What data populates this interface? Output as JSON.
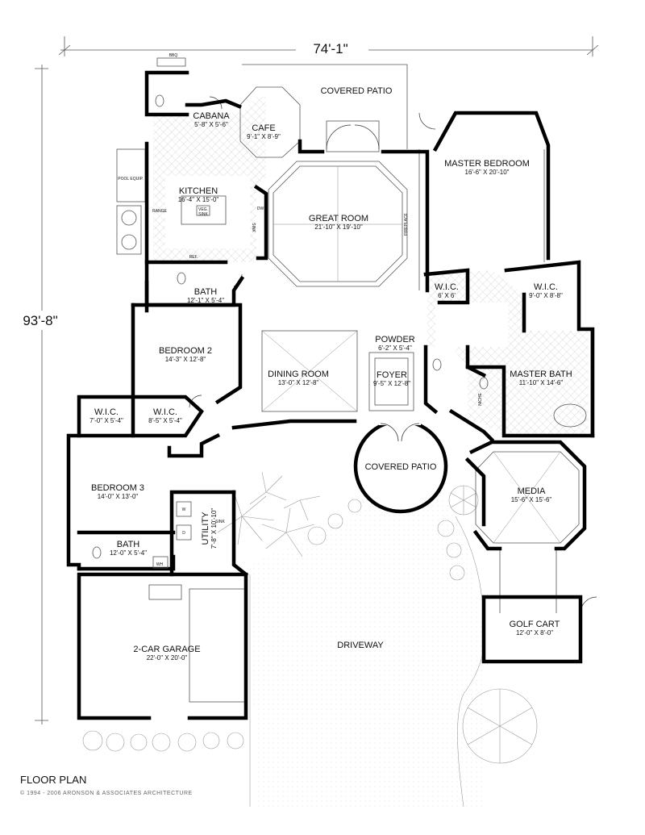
{
  "dimensions": {
    "width": "74'-1\"",
    "depth": "93'-8\""
  },
  "rooms": [
    {
      "key": "covered_patio_top",
      "name": "COVERED PATIO",
      "dim": ""
    },
    {
      "key": "cabana",
      "name": "CABANA",
      "dim": "5'-8\" X 5'-6\""
    },
    {
      "key": "cafe",
      "name": "CAFE",
      "dim": "9'-1\" X 8'-9\""
    },
    {
      "key": "master_bedroom",
      "name": "MASTER BEDROOM",
      "dim": "16'-6\" X 20'-10\""
    },
    {
      "key": "kitchen",
      "name": "KITCHEN",
      "dim": "16'-4\" X 15'-0\""
    },
    {
      "key": "great_room",
      "name": "GREAT ROOM",
      "dim": "21'-10\" X 19'-10\""
    },
    {
      "key": "bath_1",
      "name": "BATH",
      "dim": "12'-1\" X 5'-4\""
    },
    {
      "key": "wic_master_a",
      "name": "W.I.C.",
      "dim": "6' X 6'"
    },
    {
      "key": "wic_master_b",
      "name": "W.I.C.",
      "dim": "9'-0\" X 8'-8\""
    },
    {
      "key": "powder",
      "name": "POWDER",
      "dim": "6'-2\" X 5'-4\""
    },
    {
      "key": "bedroom_2",
      "name": "BEDROOM 2",
      "dim": "14'-3\" X 12'-8\""
    },
    {
      "key": "dining_room",
      "name": "DINING ROOM",
      "dim": "13'-0\" X 12'-8\""
    },
    {
      "key": "foyer",
      "name": "FOYER",
      "dim": "9'-5\" X 12'-8\""
    },
    {
      "key": "master_bath",
      "name": "MASTER BATH",
      "dim": "11'-10\" X 14'-6\""
    },
    {
      "key": "wic_b2_a",
      "name": "W.I.C.",
      "dim": "7'-0\" X 5'-4\""
    },
    {
      "key": "wic_b2_b",
      "name": "W.I.C.",
      "dim": "8'-5\" X 5'-4\""
    },
    {
      "key": "covered_patio_entry",
      "name": "COVERED PATIO",
      "dim": ""
    },
    {
      "key": "bedroom_3",
      "name": "BEDROOM 3",
      "dim": "14'-0\" X 13'-0\""
    },
    {
      "key": "media",
      "name": "MEDIA",
      "dim": "15'-6\" X 15'-6\""
    },
    {
      "key": "bath_2",
      "name": "BATH",
      "dim": "12'-0\" X 5'-4\""
    },
    {
      "key": "golf_cart",
      "name": "GOLF CART",
      "dim": "12'-0\" X 8'-0\""
    },
    {
      "key": "garage",
      "name": "2-CAR GARAGE",
      "dim": "22'-0\" X 20'-0\""
    },
    {
      "key": "driveway",
      "name": "DRIVEWAY",
      "dim": ""
    }
  ],
  "utility": {
    "name": "UTILITY",
    "dim": "7'-8\" X 10'-10\""
  },
  "fixtures": {
    "bbq": "BBQ",
    "pool_equip": "POOL EQUIP.",
    "range": "RANGE",
    "veg_sink_1": "VEG.",
    "veg_sink_2": "SINK",
    "dw": "DW",
    "sink_kitchen": "SINK",
    "ref": "REF.",
    "fireplace": "FIREPLACE",
    "niche": "NICHE",
    "washer": "W",
    "dryer": "D",
    "sink_utility": "SINK",
    "water_heater": "WH"
  },
  "footer": {
    "title": "FLOOR PLAN",
    "copyright": "© 1994 - 2006 ARONSON & ASSOCIATES ARCHITECTURE"
  }
}
